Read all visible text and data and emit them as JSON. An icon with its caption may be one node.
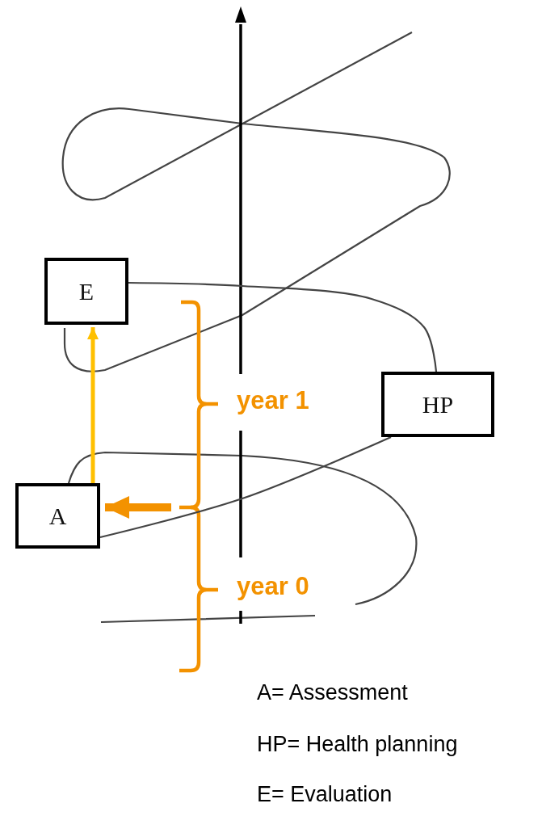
{
  "diagram": {
    "nodes": [
      {
        "text": [
          "E"
        ]
      },
      {
        "text": [
          "HP"
        ]
      },
      {
        "text": [
          "A"
        ]
      }
    ],
    "edges": [
      {
        "from": 2,
        "to": 0,
        "arrow": "to",
        "style": "thick",
        "color": "#ffc000"
      },
      {
        "from": null,
        "to": 2,
        "arrow": "to",
        "style": "thick",
        "color": "#f39200"
      },
      {
        "from": 0,
        "to": 1,
        "arrow": "none"
      },
      {
        "from": 1,
        "to": 2,
        "arrow": "none"
      }
    ],
    "labels": [
      "year 1",
      "year 0",
      "A= Assessment",
      "HP= Health planning",
      "E= Evaluation"
    ]
  }
}
